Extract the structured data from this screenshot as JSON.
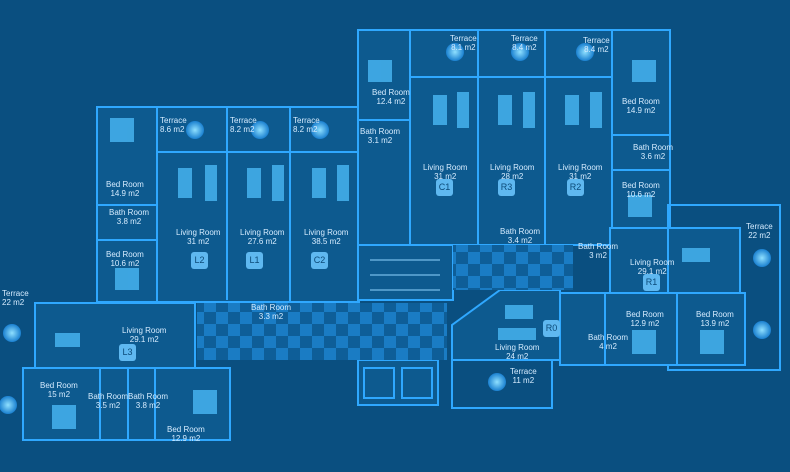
{
  "plan": {
    "colors": {
      "background": "#0a4f80",
      "wall": "#2fa8ff",
      "floor": "#0d5c93",
      "furniture": "#5fc4ff"
    },
    "units": [
      {
        "id": "L2",
        "rooms": [
          {
            "name": "Terrace",
            "area": "8.6 m2"
          },
          {
            "name": "Bed Room",
            "area": "14.9 m2"
          },
          {
            "name": "Bath Room",
            "area": "3.8 m2"
          },
          {
            "name": "Bed Room",
            "area": "10.6 m2"
          },
          {
            "name": "Living Room",
            "area": "31  m2"
          }
        ]
      },
      {
        "id": "L1",
        "rooms": [
          {
            "name": "Terrace",
            "area": "8.2 m2"
          },
          {
            "name": "Living Room",
            "area": "27.6  m2"
          }
        ]
      },
      {
        "id": "C2",
        "rooms": [
          {
            "name": "Terrace",
            "area": "8.2 m2"
          },
          {
            "name": "Living Room",
            "area": "38.5  m2"
          },
          {
            "name": "Bath Room",
            "area": "3.3 m2"
          }
        ]
      },
      {
        "id": "L3",
        "rooms": [
          {
            "name": "Terrace",
            "area": "22 m2"
          },
          {
            "name": "Living Room",
            "area": "29.1 m2"
          },
          {
            "name": "Bed Room",
            "area": "15 m2"
          },
          {
            "name": "Bath Room",
            "area": "3.5 m2"
          },
          {
            "name": "Bath Room",
            "area": "3.8 m2"
          },
          {
            "name": "Bed Room",
            "area": "12.9  m2"
          }
        ]
      },
      {
        "id": "C1",
        "rooms": [
          {
            "name": "Terrace",
            "area": "8.1 m2"
          },
          {
            "name": "Bed Room",
            "area": "12.4 m2"
          },
          {
            "name": "Bath Room",
            "area": "3.1 m2"
          },
          {
            "name": "Living Room",
            "area": "31  m2"
          }
        ]
      },
      {
        "id": "R3",
        "rooms": [
          {
            "name": "Terrace",
            "area": "8.4 m2"
          },
          {
            "name": "Living Room",
            "area": "28  m2"
          },
          {
            "name": "Bath Room",
            "area": "3.4 m2"
          }
        ]
      },
      {
        "id": "R2",
        "rooms": [
          {
            "name": "Terrace",
            "area": "8.4 m2"
          },
          {
            "name": "Living Room",
            "area": "31  m2"
          },
          {
            "name": "Bed Room",
            "area": "14.9 m2"
          },
          {
            "name": "Bath Room",
            "area": "3.6 m2"
          },
          {
            "name": "Bed Room",
            "area": "10.6 m2"
          }
        ]
      },
      {
        "id": "R1",
        "rooms": [
          {
            "name": "Bath Room",
            "area": "3 m2"
          },
          {
            "name": "Living Room",
            "area": "29.1 m2"
          },
          {
            "name": "Terrace",
            "area": "22 m2"
          },
          {
            "name": "Bed Room",
            "area": "12.9 m2"
          },
          {
            "name": "Bed Room",
            "area": "13.9 m2"
          }
        ]
      },
      {
        "id": "R0",
        "rooms": [
          {
            "name": "Bath Room",
            "area": "4 m2"
          },
          {
            "name": "Living Room",
            "area": "24 m2"
          },
          {
            "name": "Terrace",
            "area": "11 m2"
          }
        ]
      }
    ]
  }
}
